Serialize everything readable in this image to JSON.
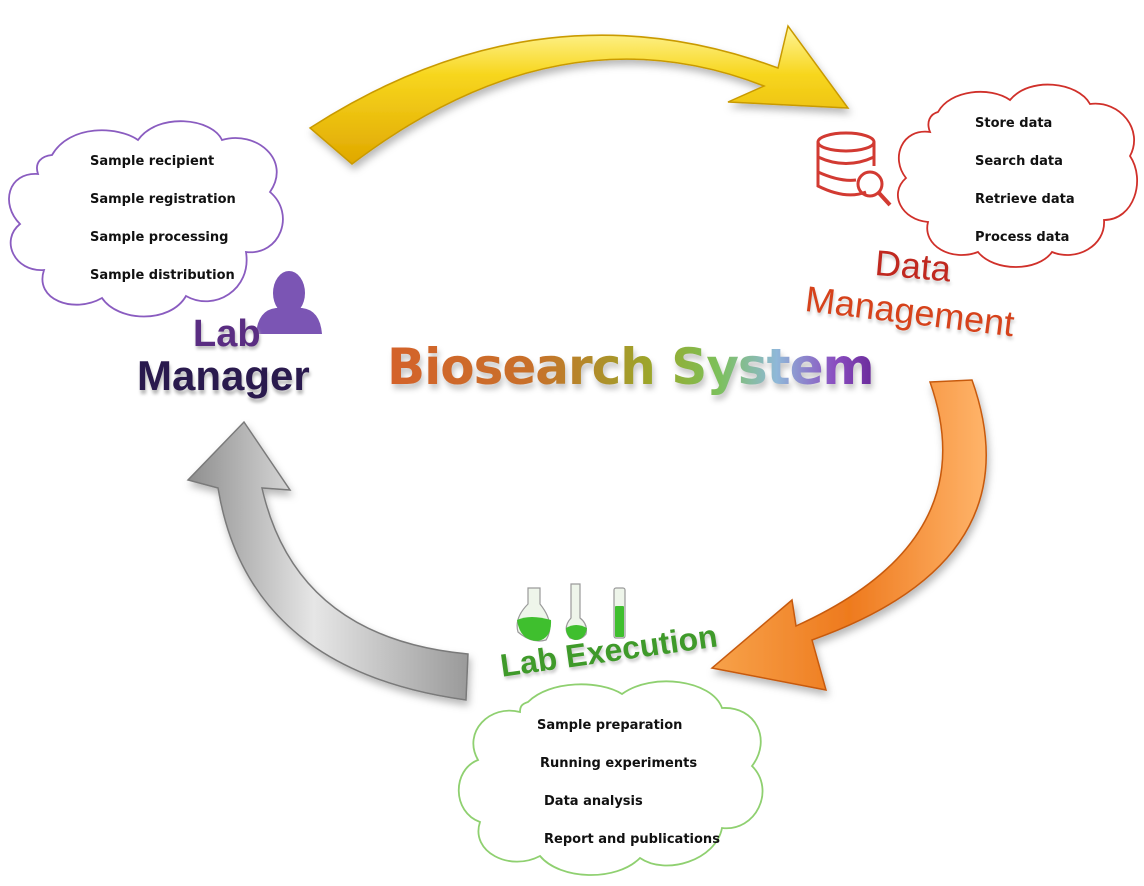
{
  "title": "Biosearch System",
  "lab_manager": {
    "label_line1": "Lab",
    "label_line2": "Manager",
    "tasks": [
      "Sample recipient",
      "Sample registration",
      "Sample processing",
      "Sample distribution"
    ]
  },
  "data_management": {
    "label_line1": "Data",
    "label_line2": "Management",
    "tasks": [
      "Store data",
      "Search data",
      "Retrieve data",
      "Process data"
    ]
  },
  "lab_execution": {
    "label": "Lab Execution",
    "tasks": [
      "Sample preparation",
      "Running experiments",
      "Data analysis",
      "Report and publications"
    ]
  },
  "colors": {
    "lab_manager": "#6a3fa0",
    "data_management": "#c0281f",
    "lab_execution": "#3f9a2a",
    "arrow_top": "#f2c214",
    "arrow_right": "#ee7a1e",
    "arrow_left": "#a6a6a6"
  },
  "icons": [
    "person-icon",
    "database-search-icon",
    "lab-flasks-icon"
  ]
}
